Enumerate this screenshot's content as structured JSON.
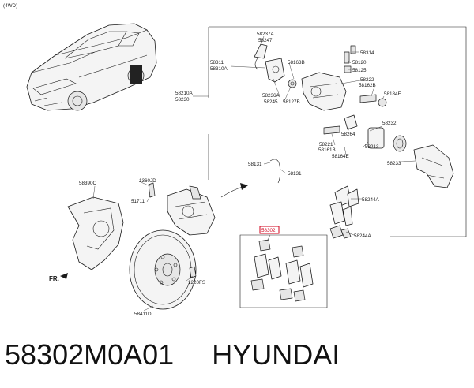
{
  "header": {
    "variant": "(4WD)"
  },
  "labels": {
    "l58237A": "58237A",
    "l58247": "58247",
    "l58314": "58314",
    "l58311": "58311",
    "l58310A": "58310A",
    "l58163B": "58163B",
    "l58120": "58120",
    "l58125": "58125",
    "l58210A": "58210A",
    "l58230": "58230",
    "l58222": "58222",
    "l58162B": "58162B",
    "l58236A": "58236A",
    "l58245": "58245",
    "l58127B": "58127B",
    "l58184E": "58184E",
    "l58232": "58232",
    "l58264": "58264",
    "l58221": "58221",
    "l58161B": "58161B",
    "l58213": "58213",
    "l58164E": "58164E",
    "l58233": "58233",
    "l58131a": "58131",
    "l58131b": "58131",
    "l58390C": "58390C",
    "l1360JD": "1360JD",
    "l51711": "51711",
    "l58244Aa": "58244A",
    "l58244Ab": "58244A",
    "l58302": "58302",
    "l1220FS": "1220FS",
    "l58411D": "58411D",
    "fr": "FR."
  },
  "caption": {
    "part_number": "58302M0A01",
    "brand": "HYUNDAI"
  },
  "colors": {
    "highlight": "#d0021b",
    "ink": "#1a1a1a"
  }
}
